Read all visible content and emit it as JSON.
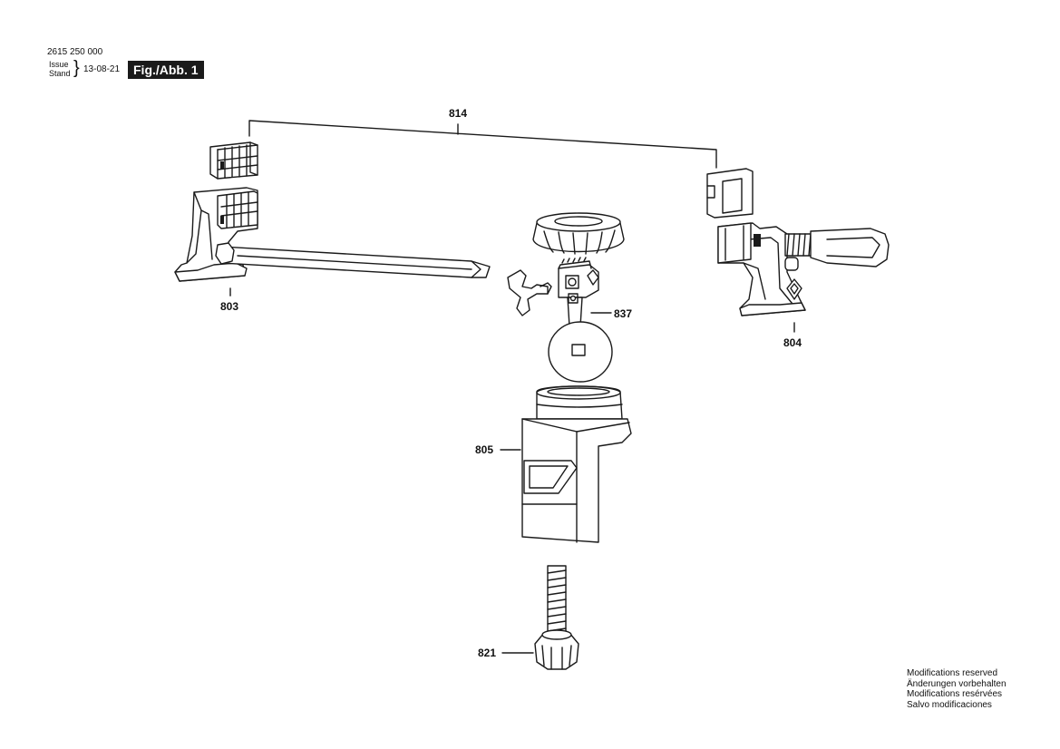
{
  "header": {
    "doc_number": "2615 250 000",
    "issue_label_1": "Issue",
    "issue_label_2": "Stand",
    "brace": "}",
    "issue_date": "13-08-21",
    "figure_label": "Fig./Abb. 1"
  },
  "callouts": {
    "p814": "814",
    "p803": "803",
    "p837": "837",
    "p804": "804",
    "p805": "805",
    "p821": "821"
  },
  "footer": {
    "line1": "Modifications reserved",
    "line2": "Änderungen vorbehalten",
    "line3": "Modifications resérvées",
    "line4": "Salvo modificaciones"
  }
}
